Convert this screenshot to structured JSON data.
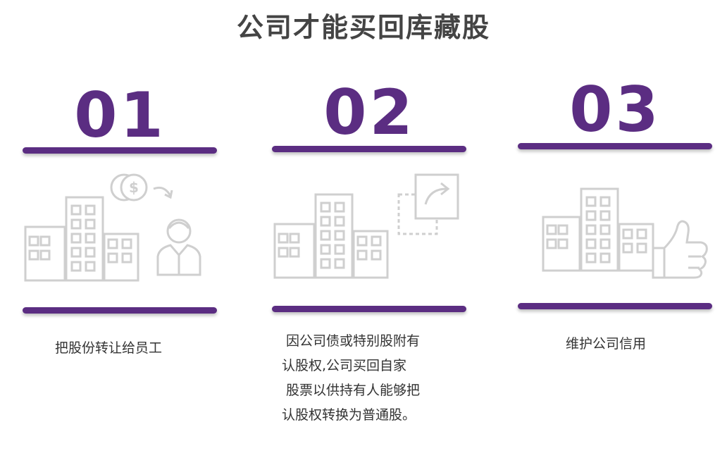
{
  "title": "公司才能买回库藏股",
  "accent_color": "#5b2d82",
  "icon_color": "#cfcfcf",
  "steps": [
    {
      "number": "01",
      "icon": "buildings-coin-to-employee-icon",
      "lines": [
        "把股份转让给员工"
      ]
    },
    {
      "number": "02",
      "icon": "buildings-share-arrow-icon",
      "lines": [
        "因公司债或特别股附有",
        "认股权,公司买回自家",
        "股票以供持有人能够把",
        "认股权转换为普通股。"
      ]
    },
    {
      "number": "03",
      "icon": "buildings-thumbs-up-icon",
      "lines": [
        "维护公司信用"
      ]
    }
  ]
}
